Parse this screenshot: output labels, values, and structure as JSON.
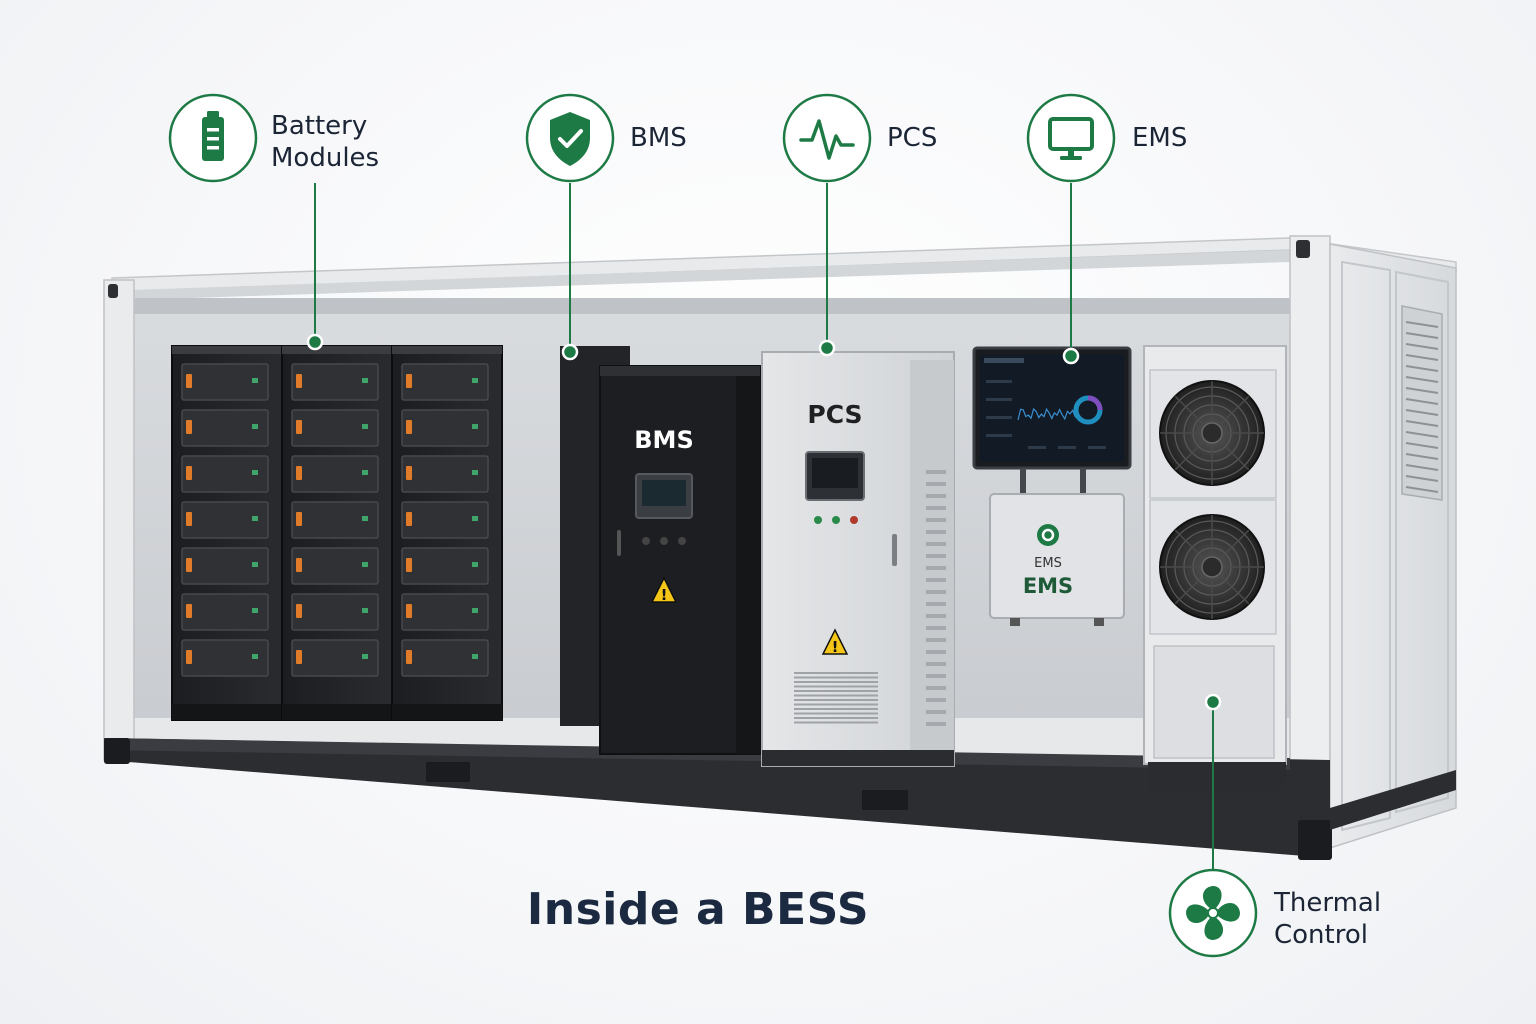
{
  "title": "Inside a BESS",
  "accent_color": "#1e7a45",
  "callouts": [
    {
      "id": "battery",
      "icon": "battery-icon",
      "label_lines": [
        "Battery",
        "Modules"
      ]
    },
    {
      "id": "bms",
      "icon": "shield-check-icon",
      "label_lines": [
        "BMS"
      ]
    },
    {
      "id": "pcs",
      "icon": "pulse-wave-icon",
      "label_lines": [
        "PCS"
      ]
    },
    {
      "id": "ems",
      "icon": "monitor-icon",
      "label_lines": [
        "EMS"
      ]
    },
    {
      "id": "thermal",
      "icon": "fan-icon",
      "label_lines": [
        "Thermal",
        "Control"
      ]
    }
  ],
  "units": {
    "bms_cabinet_label": "BMS",
    "pcs_cabinet_label": "PCS",
    "ems_box_small_label": "EMS",
    "ems_box_label": "EMS"
  }
}
